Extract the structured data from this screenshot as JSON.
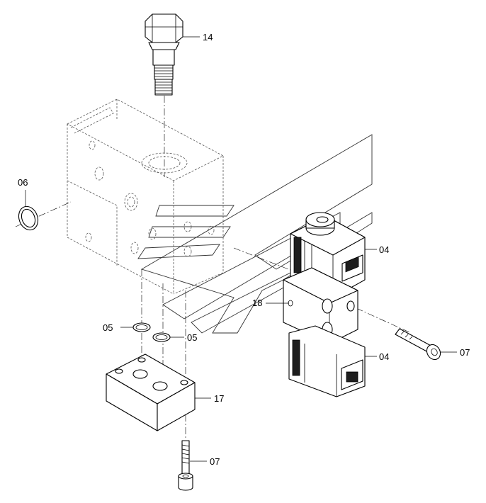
{
  "callouts": {
    "relief_valve": "14",
    "o_ring_large": "06",
    "solenoid_coil_top": "04",
    "solenoid_coil_bottom": "04",
    "valve_body": "18",
    "o_ring_left": "05",
    "o_ring_right": "05",
    "screw_right": "07",
    "subplate": "17",
    "screw_bottom": "07"
  }
}
